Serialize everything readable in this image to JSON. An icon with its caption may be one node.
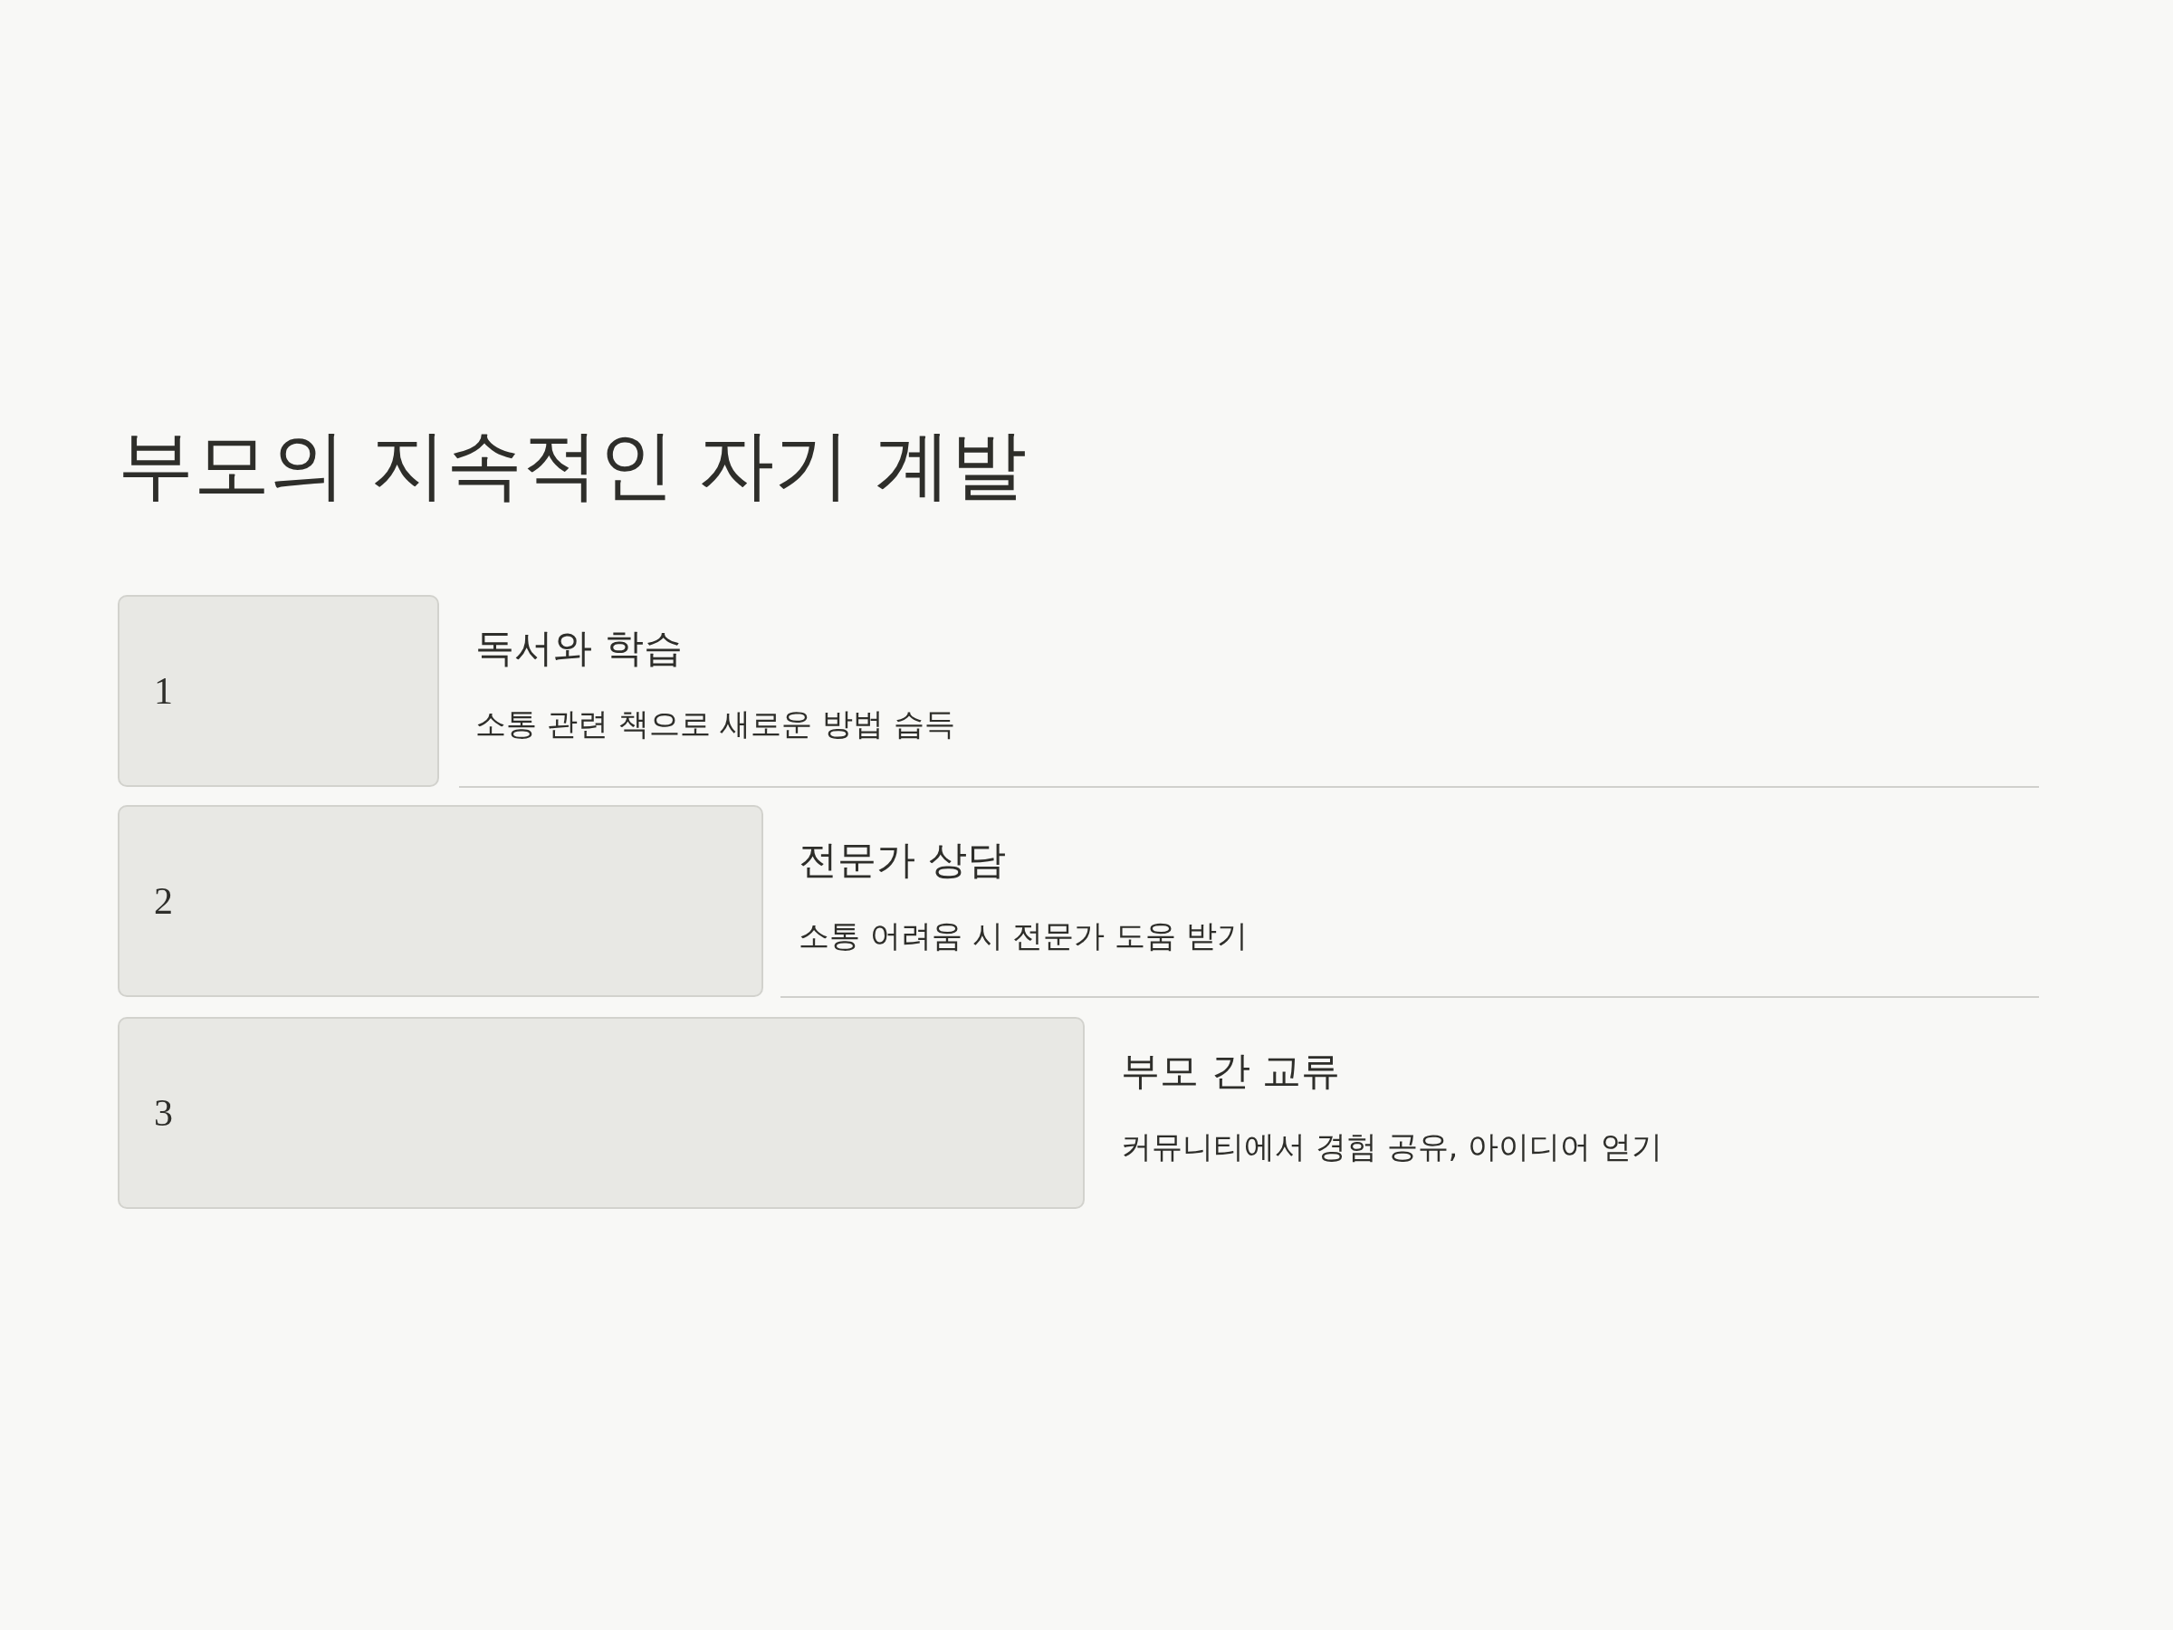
{
  "diagram": {
    "title": "부모의 지속적인 자기 계발",
    "nodes": [
      {
        "text": [
          "1"
        ],
        "beside": [
          "독서와 학습",
          "소통 관련 책으로 새로운 방법 습득"
        ]
      },
      {
        "text": [
          "2"
        ],
        "beside": [
          "전문가 상담",
          "소통 어려움 시 전문가 도움 받기"
        ]
      },
      {
        "text": [
          "3"
        ],
        "beside": [
          "부모 간 교류",
          "커뮤니티에서 경험 공유, 아이디어 얻기"
        ]
      }
    ]
  }
}
